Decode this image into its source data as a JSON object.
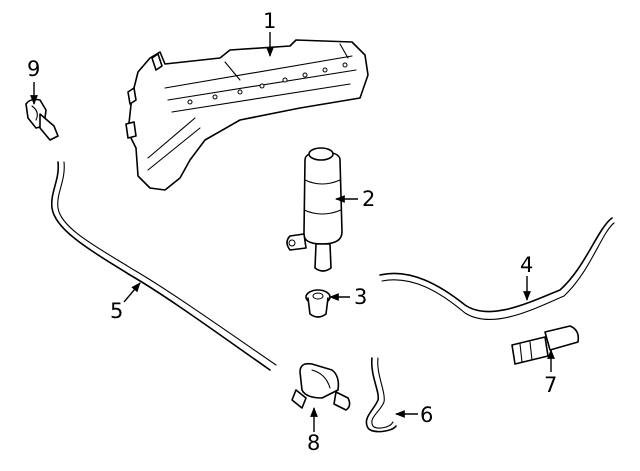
{
  "callouts": [
    "1",
    "2",
    "3",
    "4",
    "5",
    "6",
    "7",
    "8",
    "9"
  ],
  "colors": {
    "line": "#000000",
    "background": "#ffffff"
  }
}
